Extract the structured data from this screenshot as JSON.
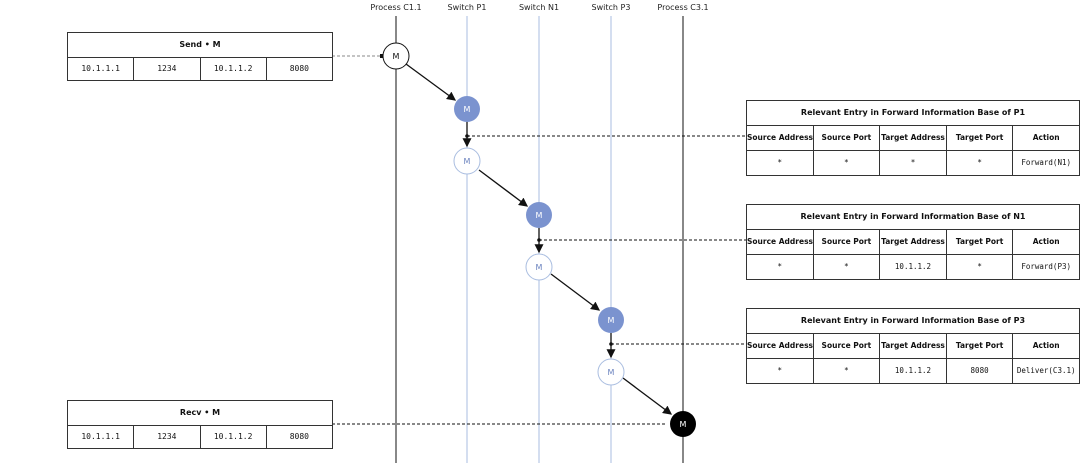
{
  "lanes": [
    {
      "id": "c11",
      "label": "Process C1.1"
    },
    {
      "id": "p1",
      "label": "Switch P1"
    },
    {
      "id": "n1",
      "label": "Switch N1"
    },
    {
      "id": "p3",
      "label": "Switch P3"
    },
    {
      "id": "c31",
      "label": "Process C3.1"
    }
  ],
  "send": {
    "title": "Send • M",
    "fields": [
      "10.1.1.1",
      "1234",
      "10.1.1.2",
      "8080"
    ]
  },
  "recv": {
    "title": "Recv • M",
    "fields": [
      "10.1.1.1",
      "1234",
      "10.1.1.2",
      "8080"
    ]
  },
  "node_label": "M",
  "fib_columns": [
    "Source Address",
    "Source Port",
    "Target Address",
    "Target Port",
    "Action"
  ],
  "fibs": [
    {
      "title": "Relevant Entry in Forward Information Base of P1",
      "values": [
        "*",
        "*",
        "*",
        "*",
        "Forward(N1)"
      ]
    },
    {
      "title": "Relevant Entry in Forward Information Base of N1",
      "values": [
        "*",
        "*",
        "10.1.1.2",
        "*",
        "Forward(P3)"
      ]
    },
    {
      "title": "Relevant Entry in Forward Information Base of P3",
      "values": [
        "*",
        "*",
        "10.1.1.2",
        "8080",
        "Deliver(C3.1)"
      ]
    }
  ],
  "colors": {
    "switch_lane": "#a9bde0",
    "node_fill": "#7b93cf",
    "line": "#111111",
    "terminal": "#000000"
  }
}
